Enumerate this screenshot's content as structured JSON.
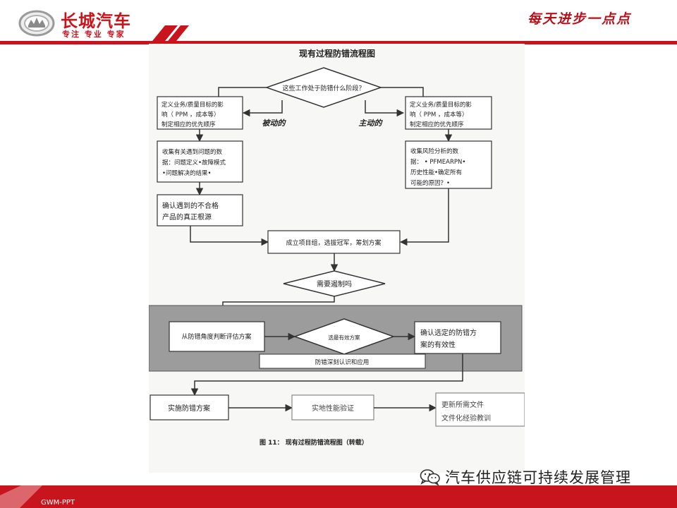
{
  "header": {
    "brand_name": "长城汽车",
    "brand_tagline": "专注 专业 专家",
    "slogan": "每天进步一点点",
    "brand_color": "#c8141c"
  },
  "diagram": {
    "title": "现有过程防错流程图",
    "decision_stage": "这些工作处于防错什么阶段？",
    "left_branch_label": "被动的",
    "right_branch_label": "主动的",
    "left_box1": [
      "定义业务/质量目标的影",
      "响（ PPM ，成本等）",
      "制定相应的优先顺序"
    ],
    "right_box1": [
      "定义业务/质量目标的影",
      "响（ PPM ，成本等）",
      "制定相应的优先顺序"
    ],
    "left_box2": [
      "收集有关遇到问题的数",
      "据：问题定义•故障模式",
      "•问题解决的结果•"
    ],
    "right_box2": [
      "收集风险分析的数",
      "据：  • PFMEARPN•",
      "历史性能•确定所有",
      "可能的原因？•"
    ],
    "left_box3": [
      "确认遇到的不合格",
      "产品的真正根源"
    ],
    "team_box": "成立项目组，选拔冠军，筹划方案",
    "decision_control": "需要遏制吗",
    "assess_box": "从防错角度判断评估方案",
    "decision_choose": "选最有效方案",
    "confirm_box": [
      "确认选定的防错方",
      "案的有效性"
    ],
    "gray_band_label": "防错深刻认识和应用",
    "implement_box": "实施防错方案",
    "verify_box": "实地性能验证",
    "update_box": [
      "更新所需文件",
      "文件化经验教训"
    ],
    "caption": "图 11： 现有过程防错流程图（转载）"
  },
  "footer": {
    "label": "GWM-PPT",
    "watermark": "汽车供应链可持续发展管理",
    "watermark_icon": "wechat-icon"
  }
}
